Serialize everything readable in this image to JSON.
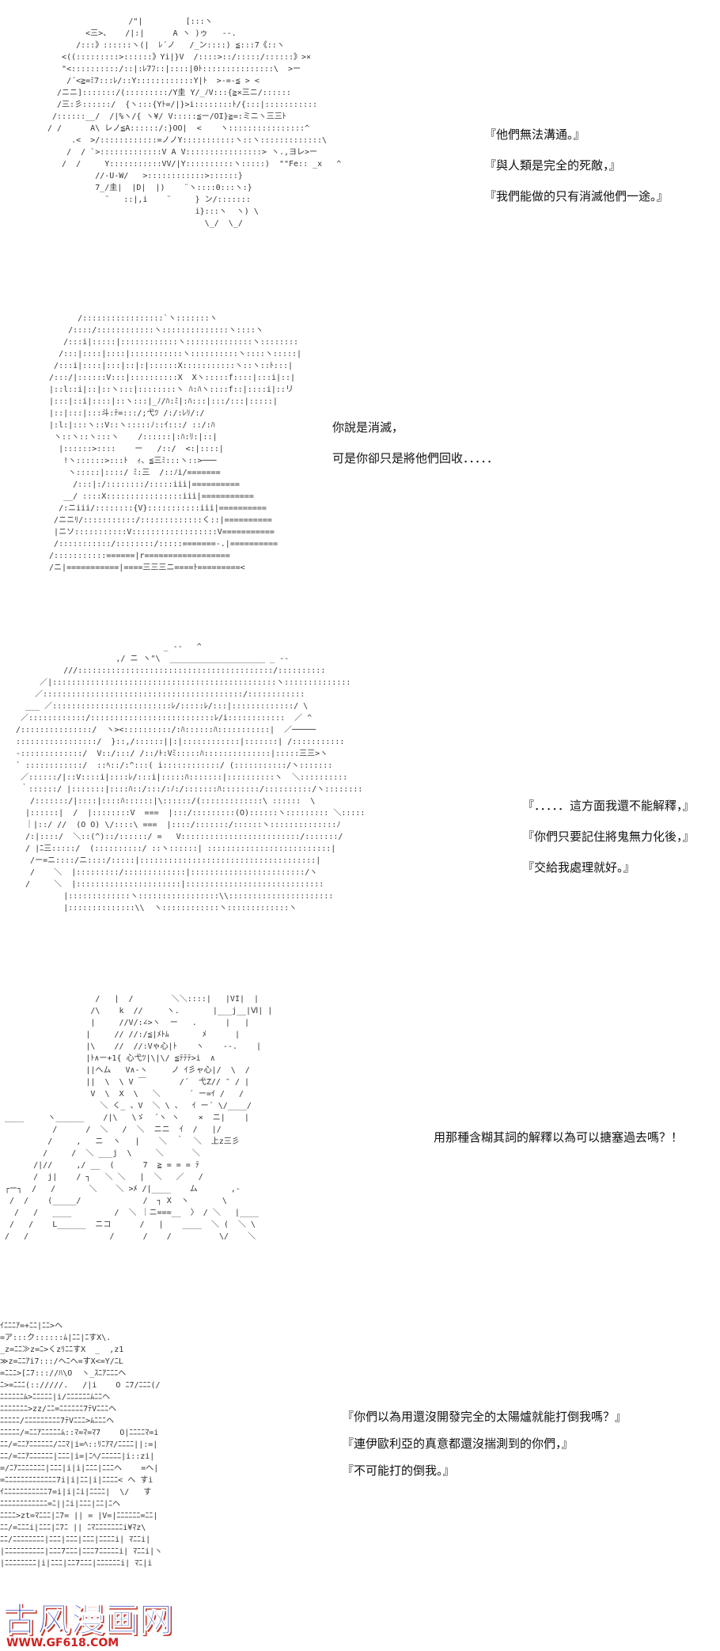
{
  "panels": [
    {
      "art": "                 /\"|         [:::ヽ\n        <三>、   /|:|      A ヽ )ゥ   --.\n      /:::》::::::ヽ(|  ﾚ´ノ   /_ン::::) ≦:::7《::ヽ\n   <((:::::::::>::::::》Yi|}V  /::::>::/:::::/::::::》>×\n   \"<::::::::::/::|:ﾚ7ﾌ::|::::|0ﾄ:::::::::::::::\\  >ー\n    /´<≧=ﾐ7:::ﾚ/::Y::::::::::::Y|ﾄ  >-=-≦ > <\n  /ニニ]:::::::/(:::::::::/Y圭 Y/_ﾉV:::{≧×三ニ/::::::\n  /三:彡::::::/  {ヽ:::{Yﾄ=/|}>i::::::::ﾄ/{:::|:::::::::::\n /::::::__/  /|%ヽ/{ ヽ¥/ V:::::≦ー/OI}≧=:ミニヽ三三ﾄ\n/ /      A\\ レノ≦A::::::/:}OO|  <    ヽ::::::::::::::::^\n     .<  >/::::::::::::=ノノY:::::::::::ヽ::ヽ:::::::::::::\\\n    /  / `>:::::::::::::V A V::::::::::::::::> ヽ.,ヨレ>ー\n   /  /     Y:::::::::::VV/|Y::::::::::ヽ:::::)  \"\"Fe:: _x   ^\n          //-U-W/   >::::::::::::>::::::}\n          7_/圭|  |D|  |)    ¨ヽ::::0:::ヽ:}\n            ¨   ::|,i    ¨     } ン/:::::::\n                               i}:::ヽ  ヽ) \\\n                                 \\_/  \\_/\n",
      "lines": [
        "『他們無法溝通。』",
        "『與人類是完全的死敵，』",
        "『我們能做的只有消滅他們一途。』"
      ]
    },
    {
      "art": "        /:::::::::::::::::`ヽ:::::::ヽ\n      /::::/::::::::::::ヽ::::::::::::::ヽ::::ヽ\n     /:::i|:::::|::::::::::::ヽ::::::::::::::ヽ::::::::\n    /:::|::::|::::|:::::::::::ヽ::::::::::ヽ::::ヽ:::::|\n   /:::i|::::|:::|::|:|::::::X:::::::::::ヽ::ヽ::ﾄ:::|\n  /:::/|::::::V:::|::::::::::X  Xヽ:::::f::::|:::i|::|\n  |::l::i|::|::ヽ:::|::::::::ヽ ﾊ:ﾊヽ::::f::|::::i|::リ\n  |:::|::i|::::|::ヽ:::|_ﾉ/ﾊ:ﾐ|:ﾊ:::|:::/:::|:::::|\n  |::|:::|:::斗:ﾃ=:::/;弋ﾂ /:/:ﾚﾘ/:/\n  |:l:|:::ヽ::V::ヽ:::::ﾉ::ｲ:::/ ::/:ﾊ\n   ヽ::ヽ::ヽ:::ヽ    /::::::|:ﾊ:ﾘ:|::|\n    |::::::>::::    ー   /::/  <:|::::|\n     !ヽ::::::>:::ﾄ  ｨ、≦三ﾐ:::ヽ::>───\n      ヽ:::::|::::/ ﾐ:三  /::ﾉi/=======\n       /:::|:/::::::::/:::::iii|==========\n     __/ ::::X::::::::::::::::iii|===========\n    /:ニiii/::::::::{V}:::::::::::iii|==========\n   /ニニﾘ/:::::::::::/:::::::::::::く::|==========\n   |ニソ:::::::::::V::::::::::::::::::V===========\n   /:::::::::::/::::::::/:::::=======-.|==========\n  /:::::::::::======|r==================\n  /ニ|===========|====三三三ニ====ﾄ=========<\n",
      "lines": [
        "你說是消滅，",
        "可是你卻只是將他們回收．．．．．"
      ]
    },
    {
      "art": "                               _ --   ^\n                     ,/ ニ ヽ\"\\  ____________________ _ --\n          ///:::::::::::::::::::::::::::::::::::::::::/::::::::::\n     ／|:::::::::::::::::::::::::::::::::::::::::::::::ヽ::::::::::::::\n    ／::::::::::::::::::::::::::::::::::::::::::/::::::::::::\n  ___ ／:::::::::::::::::::::::::ﾚ/:::::ﾚ/:::|:::::::::::::/ \\\n ／::::::::::::/::::::::::::::::::::::::::ﾚ/i::::::::::::  ／ ^\n/:::::::::::::::/  ヽ><::::::::::/:ﾊ::::::ﾊ:::::::::::|  ／─────\n:::::::::::::::::/  }::,/::::::||:|::::::::::::|:::::::| /:::::::::::\n-:::::::::::::/  V::/:::/ /::/ﾄ:Vﾐ:::::ﾊ::::::::::::::|:::::三三>ヽ\n` ::::::::::::/  ::ﾍ::/:^:::( i::::::::::::/ (:::::::::::/ヽ:::::::\n ／::::::/|::V::::i|::::ﾚ/:::i|:::::ﾊ:::::::|::::::::::ヽ  ＼::::::::::\n ｀::::::/ |:::::::|::::ﾊ::/:::/:ﾉ:/:::::::ﾊ::::::::/::::::::::/ヽ::::::::\n   /:::::::/|::::|::::ﾊ::::::|\\::::::/(:::::::::::::\\ ::::::  \\\n  |::::::|  /  |::::::::V  ===  |:::/:::::::::(O)::::::ヽ::::::::: ＼:::::\n  ｜|::/ //  (O O) \\/::::\\ ===  |::::/:::::::/::::::ヽ::::::::::::::ﾉ\n  /:|::::/  ＼::(^)::/::::::/ =   V:::::::::::::::::::::::::/:::::::/\n  / |ﾆ三:::::/  (::::::::::/ ::ヽ::::::| ::::::::::::::::::::::::::|\n   /ー=ニ::::/ニ::::/:::::|:::::::::::::::::::::::::::::::::::::|\n   /    ＼  |:::::::::/:::::::::::::|::::::::::::::::::::::::/ヽ\n  /     ＼  |::::::::::::::::::::::|:::::::::::::::::::::::::::::\n          |:::::::::::::ヽ:::::::::::::::::\\\\::::::::::::::::::::::\n          |::::::::::::::\\\\  ヽ::::::::::::ヽ:::::::::::::ヽ\n",
      "lines": [
        "『．．．．．這方面我還不能解釋，』",
        "『你們只要記住將鬼無力化後，』",
        "『交給我處理就好。』"
      ]
    },
    {
      "art": "                    /   |  /        ＼＼::::|   |VI|  |\n                   /\\    k  //     ヽ.       |___j__|Ⅵ| |\n                   |     //V/:∠>ヽ  ー   .      |   |\n                  |     // //:/≦|ﾒﾄﾑ       ﾒ      |\n                  |\\    //  //:Vゃ心|ﾄ    ヽ    --.    |\n                  |ﾄ∧ー+1{ 心弋ﾂ|\\|\\/ ≦ﾃﾃﾃ>i  ∧\n                  ||ヘム   V∧-ヽ     ノ ｲ彡ャ心|/  \\  /\n                  ||  \\  \\ V ￣       /´  弋Z// ″ / |\n                   V  \\  X  \\   ＼      ´ ー=ｲ /   /\n                     ＼ く_ 、V  ＼ \\ 、  ｲ ー´ \\/____/\n ____     ヽ______    /|\\   \\ゞ  ´ヽ ヽ    ×  ニ|    |\n           /      /  ＼   /  ＼  ニニ  ｲ  /   |/\n          /     ,   ニ  ヽ   |    ＼  ｀  ＼  上z三彡\n         /     /  ＼ ___j  \\     ＼      ＼\n       /|//     ,/ __  (      7  ≧ = = = ﾃ\n       /  j|    / ┐   ＼ ＼   |  ＼   ／   /\n ┌ー┐  /   /       ＼    ＼ >ﾒ /|____    ム       ,-\n  /  /    (_____/             /  ┐ X  ヽ       \\\n   /   /   ____         /  ＼ ｜ニ===__  〉 / ＼   |____\n  /   /    L______  ニコ      /   |    ____  ＼ (  ＼ \\\n /   /                 /      /    /          \\/    ＼\n",
      "lines": [
        "用那種含糊其詞的解釋以為可以搪塞過去嗎？！"
      ]
    },
    {
      "art": "ｲﾆﾆﾆｱ=+ﾆﾆ|ﾆﾆ>ヘ\n=ア:::ク::::::ﾑ|ﾆﾆ|ﾆすX\\.\n_z=ﾆﾆ≫z=ﾆ>くzﾘﾆﾆすX  _  ,z1\n≫z=ﾆﾆｱi7:::/ヘﾆヘ=すX<=Y/ﾆL\n=ﾆﾆﾆ>[ﾆ7::://ﾊ\\O  ヽ_ｽﾆｱﾆﾆﾆヘ\nﾆ>=ﾆﾆﾆ(:://///.   /|i    O ﾆ7/ﾆﾆﾆ(/\nﾆﾆﾆﾆﾆﾆﾑ>ﾆﾆﾆﾆﾆ|i/ﾆﾆﾆﾆﾆﾆﾑﾆﾆヘ\nﾆﾆﾆﾆﾆﾆﾆ>zz/ﾆﾆ=ﾆﾆﾆﾆﾆﾆ7ﾃVﾆﾆﾆヘ\nﾆﾆﾆﾆﾆ/ﾆﾆﾆﾆﾆﾆﾆﾆﾆ7ﾃVﾆﾆﾆ>ﾑﾆﾆﾆヘ\nﾆﾆﾆﾆﾆ/=ﾆﾆｱﾆﾆﾆﾆﾆﾑ::ﾏ=ﾏ=ﾏ7    O|ﾆﾆﾆﾆﾏ=i\nﾆﾆ/=ﾆﾆｱﾆﾆﾆﾆﾆﾆ/ﾆﾆﾏ|i=ﾍ::ﾘﾆｱﾏ/ﾆﾆﾆﾆ||:=|\nﾆﾆ/=ﾆﾆｱﾆﾆﾆﾆﾆﾆ|ﾆﾆﾆ|i=|ﾆﾍ/ﾆﾆﾆﾆﾆ|i::zi|\n=/ﾆｱﾆﾆﾆﾆﾆﾆﾆ|ﾆﾆﾆ|i|i|ﾆﾆﾆ|ﾆﾆﾆヘ    =ヘ|\n=ﾆﾆﾆﾆﾆﾆﾆﾆﾆﾆﾆﾆﾆ7i|i|ﾆﾆ|i|ﾆﾆﾆﾆ< へ すi\nｲﾆﾆﾆﾆﾆﾆﾆﾆﾆﾆﾆ7=i|i|ﾆi|ﾆﾆﾆﾆ|  \\/   す\nﾆﾆﾆﾆﾆﾆﾆﾆﾆﾆﾆﾆ=ﾆ||ﾆi|ﾆﾆﾆ|ﾆﾆ|ﾆヘ\nﾆﾆﾆﾆ>zt=ﾏﾆﾆﾆ|ﾆ7= || = |V=|ﾆﾆﾆﾆﾆﾆ=ﾆﾆ|\nﾆﾆ/=ﾆﾆﾆi|ﾆﾆﾆ|ﾆ7ﾆ || ﾆﾏﾆﾆﾆﾆﾆﾆﾆi¥ﾏz\\\nﾆﾆ/ﾆﾆﾆﾆﾆﾆﾆﾆ|ﾆﾆﾆ|ﾆﾆﾆ|ﾆﾆﾆ|ﾆﾆﾆﾆi| ﾏﾆﾆi|\n|ﾆﾆﾆﾆﾆﾆﾆﾆﾆﾆ|ﾆﾆﾆ7ﾆﾆﾆ|ﾆﾆﾆ7ﾆﾆﾆﾆﾆi| ﾏﾆﾆi|ヽ\n|ﾆﾆﾆﾆﾆﾆﾆﾆ|i|ﾆﾆﾆ|ﾆﾆ7ﾆﾆﾆ|ﾆﾆﾆﾆﾆﾆi| ﾏﾆ|i\n",
      "lines": [
        "『你們以為用還沒開發完全的太陽爐就能打倒我嗎？』",
        "『連伊歐利亞的真意都還沒揣測到的你們，』",
        "『不可能打的倒我。』"
      ]
    }
  ],
  "watermark": {
    "title": "古风漫画网",
    "url": "WWW.GF618.COM"
  },
  "colors": {
    "background": "#ffffff",
    "text": "#111111",
    "art": "#333333",
    "watermark_blue": "#2a46b8",
    "watermark_red": "#d02020"
  }
}
